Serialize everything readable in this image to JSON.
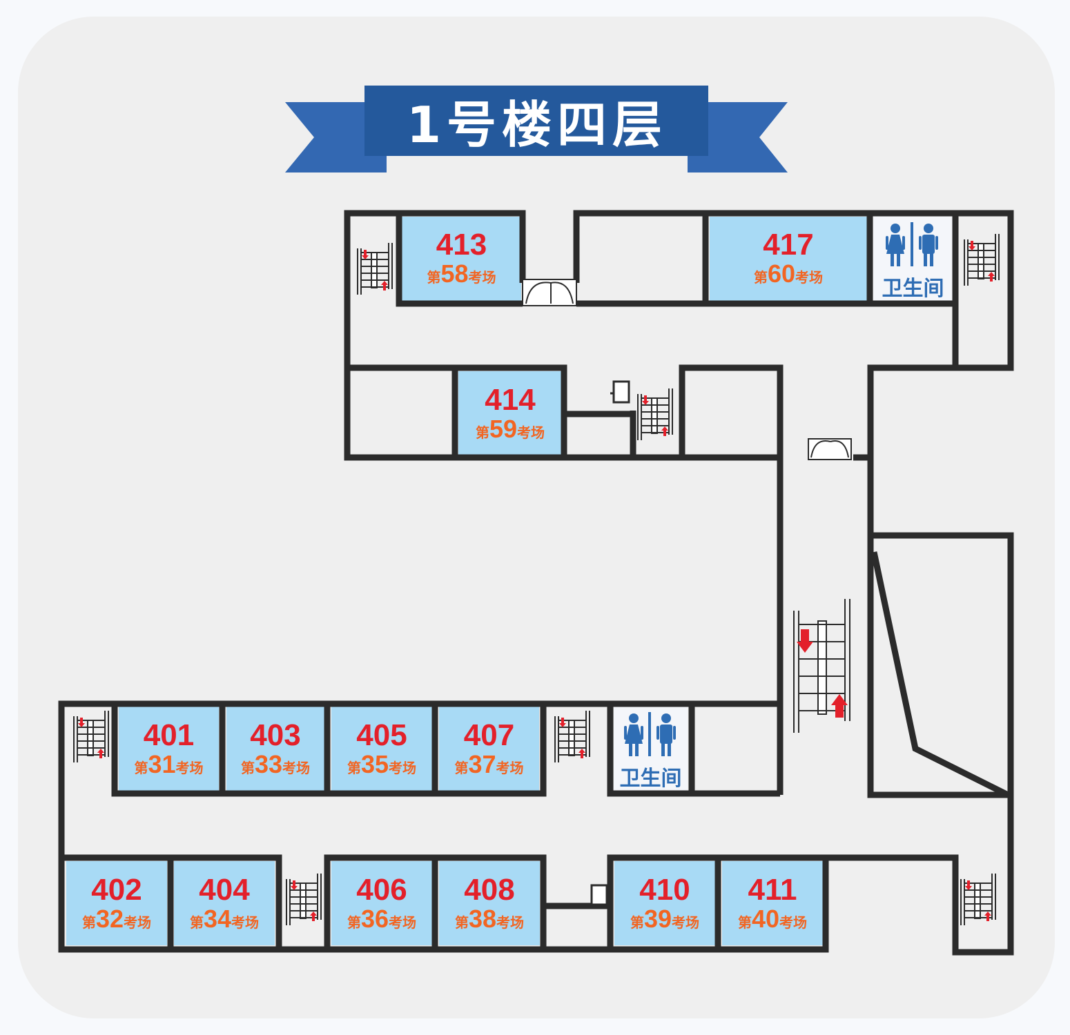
{
  "title": "1号楼四层",
  "colors": {
    "room_fill": "#a8daf5",
    "wall": "#2b2b2b",
    "room_number": "#e3202a",
    "hall_text": "#f26522",
    "restroom_blue": "#2e6db4",
    "banner_dark": "#24599c",
    "banner_light": "#3368b2",
    "arrow_red": "#e3202a"
  },
  "exam_rooms": [
    {
      "room": "413",
      "hall_prefix": "第",
      "hall_num": "58",
      "hall_suffix": "考场"
    },
    {
      "room": "417",
      "hall_prefix": "第",
      "hall_num": "60",
      "hall_suffix": "考场"
    },
    {
      "room": "414",
      "hall_prefix": "第",
      "hall_num": "59",
      "hall_suffix": "考场"
    },
    {
      "room": "401",
      "hall_prefix": "第",
      "hall_num": "31",
      "hall_suffix": "考场"
    },
    {
      "room": "403",
      "hall_prefix": "第",
      "hall_num": "33",
      "hall_suffix": "考场"
    },
    {
      "room": "405",
      "hall_prefix": "第",
      "hall_num": "35",
      "hall_suffix": "考场"
    },
    {
      "room": "407",
      "hall_prefix": "第",
      "hall_num": "37",
      "hall_suffix": "考场"
    },
    {
      "room": "402",
      "hall_prefix": "第",
      "hall_num": "32",
      "hall_suffix": "考场"
    },
    {
      "room": "404",
      "hall_prefix": "第",
      "hall_num": "34",
      "hall_suffix": "考场"
    },
    {
      "room": "406",
      "hall_prefix": "第",
      "hall_num": "36",
      "hall_suffix": "考场"
    },
    {
      "room": "408",
      "hall_prefix": "第",
      "hall_num": "38",
      "hall_suffix": "考场"
    },
    {
      "room": "410",
      "hall_prefix": "第",
      "hall_num": "39",
      "hall_suffix": "考场"
    },
    {
      "room": "411",
      "hall_prefix": "第",
      "hall_num": "40",
      "hall_suffix": "考场"
    }
  ],
  "restrooms": [
    {
      "label": "卫生间",
      "icon": "restroom-icon"
    },
    {
      "label": "卫生间",
      "icon": "restroom-icon"
    }
  ],
  "icons": {
    "stair": "staircase-icon",
    "escalator": "escalator-icon",
    "door": "double-door-icon",
    "elevator": "elevator-icon"
  }
}
